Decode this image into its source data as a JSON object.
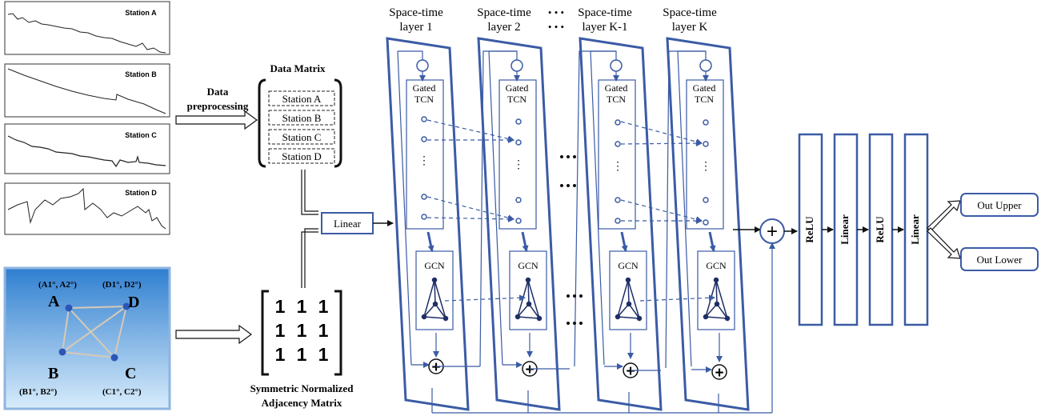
{
  "stations": [
    "Station A",
    "Station B",
    "Station C",
    "Station D"
  ],
  "preprocess": {
    "line1": "Data",
    "line2": "preprocessing"
  },
  "data_matrix": {
    "title": "Data Matrix",
    "rows": [
      "Station A",
      "Station B",
      "Station C",
      "Station D"
    ]
  },
  "graph": {
    "nodes": [
      "A",
      "B",
      "C",
      "D"
    ],
    "coords": {
      "A": "(A1°, A2°)",
      "D": "(D1°, D2°)",
      "B": "(B1°, B2°)",
      "C": "(C1°, C2°)"
    }
  },
  "adjacency": {
    "cells": [
      "1",
      "1",
      "1",
      "1",
      "1",
      "1",
      "1",
      "1",
      "1"
    ],
    "caption1": "Symmetric Normalized",
    "caption2": "Adjacency Matrix"
  },
  "linear_in": "Linear",
  "layers": [
    {
      "line1": "Space-time",
      "line2": "layer 1"
    },
    {
      "line1": "Space-time",
      "line2": "layer 2"
    },
    {
      "line1": "Space-time",
      "line2": "layer K-1"
    },
    {
      "line1": "Space-time",
      "line2": "layer K"
    }
  ],
  "header_dots": [
    "• • •",
    "• • •"
  ],
  "gated1": "Gated",
  "gated2": "TCN",
  "gcn": "GCN",
  "plus": "+",
  "head_blocks": [
    "ReLU",
    "Linear",
    "ReLU",
    "Linear"
  ],
  "outputs": [
    "Out Upper",
    "Out Lower"
  ],
  "colors": {
    "blue": "#3b5ba5",
    "dark": "#1a1a1a",
    "sky_top": "#2f7fd0",
    "sky_bottom": "#d8ecfb"
  }
}
